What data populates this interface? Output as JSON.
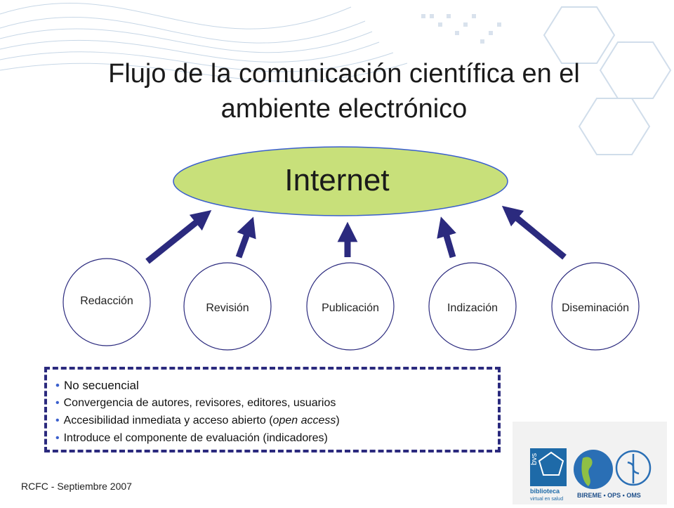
{
  "title": "Flujo de la comunicación científica en el ambiente electrónico",
  "center_node": "Internet",
  "stages": [
    "Redacción",
    "Revisión",
    "Publicación",
    "Indización",
    "Diseminación"
  ],
  "notes": [
    "No secuencial",
    "Convergencia de  autores, revisores, editores, usuarios",
    "Accesibilidad inmediata y acceso abierto (",
    "Introduce el componente de evaluación (indicadores)"
  ],
  "notes_italic": "open access",
  "notes_tail": ")",
  "footer": "RCFC - Septiembre 2007",
  "logos": {
    "bvs": "bvs",
    "biblioteca": "biblioteca",
    "virtual": "virtual en salud",
    "bireme": "BIREME • OPS • OMS"
  },
  "colors": {
    "ellipse_fill": "#c8e07a",
    "arrow": "#2b2a7e",
    "circle_stroke": "#2b2a7e",
    "dash": "#2b2a7e"
  }
}
